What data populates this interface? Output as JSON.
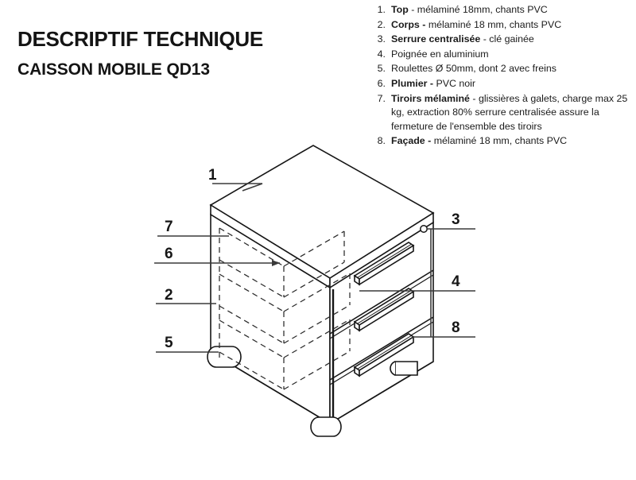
{
  "title": {
    "line1": "DESCRIPTIF TECHNIQUE",
    "line2": "CAISSON MOBILE QD13"
  },
  "spec_list": [
    {
      "num": "1.",
      "bold": "Top",
      "rest": " - mélaminé 18mm, chants PVC"
    },
    {
      "num": "2.",
      "bold": "Corps -",
      "rest": " mélaminé 18 mm, chants PVC"
    },
    {
      "num": "3.",
      "bold": "Serrure centralisée",
      "rest": " - clé gainée"
    },
    {
      "num": "4.",
      "bold": "",
      "rest": "Poignée en aluminium"
    },
    {
      "num": "5.",
      "bold": "",
      "rest": "Roulettes Ø 50mm, dont 2 avec freins"
    },
    {
      "num": "6.",
      "bold": "Plumier -",
      "rest": " PVC noir"
    },
    {
      "num": "7.",
      "bold": "Tiroirs mélaminé",
      "rest": " - glissières à galets, charge max 25 kg, extraction 80% serrure centralisée assure la fermeture de l'ensemble des tiroirs"
    },
    {
      "num": "8.",
      "bold": "Façade -",
      "rest": " mélaminé 18 mm, chants PVC"
    }
  ],
  "callouts": {
    "c1": "1",
    "c2": "2",
    "c3": "3",
    "c4": "4",
    "c5": "5",
    "c6": "6",
    "c7": "7",
    "c8": "8"
  },
  "colors": {
    "background": "#ffffff",
    "ink": "#161616",
    "leader": "#3a3a3a",
    "hidden": "#2a2a2a"
  },
  "drawing": {
    "subject": "caisson-mobile-isometric",
    "parts": [
      "top-slab",
      "body-left-panel",
      "front-facade",
      "drawer-front-1",
      "drawer-front-2",
      "drawer-front-3",
      "handle-1",
      "handle-2",
      "handle-3",
      "central-lock",
      "caster-front-left",
      "caster-front-right",
      "caster-rear-right",
      "hidden-drawer-outlines"
    ]
  }
}
